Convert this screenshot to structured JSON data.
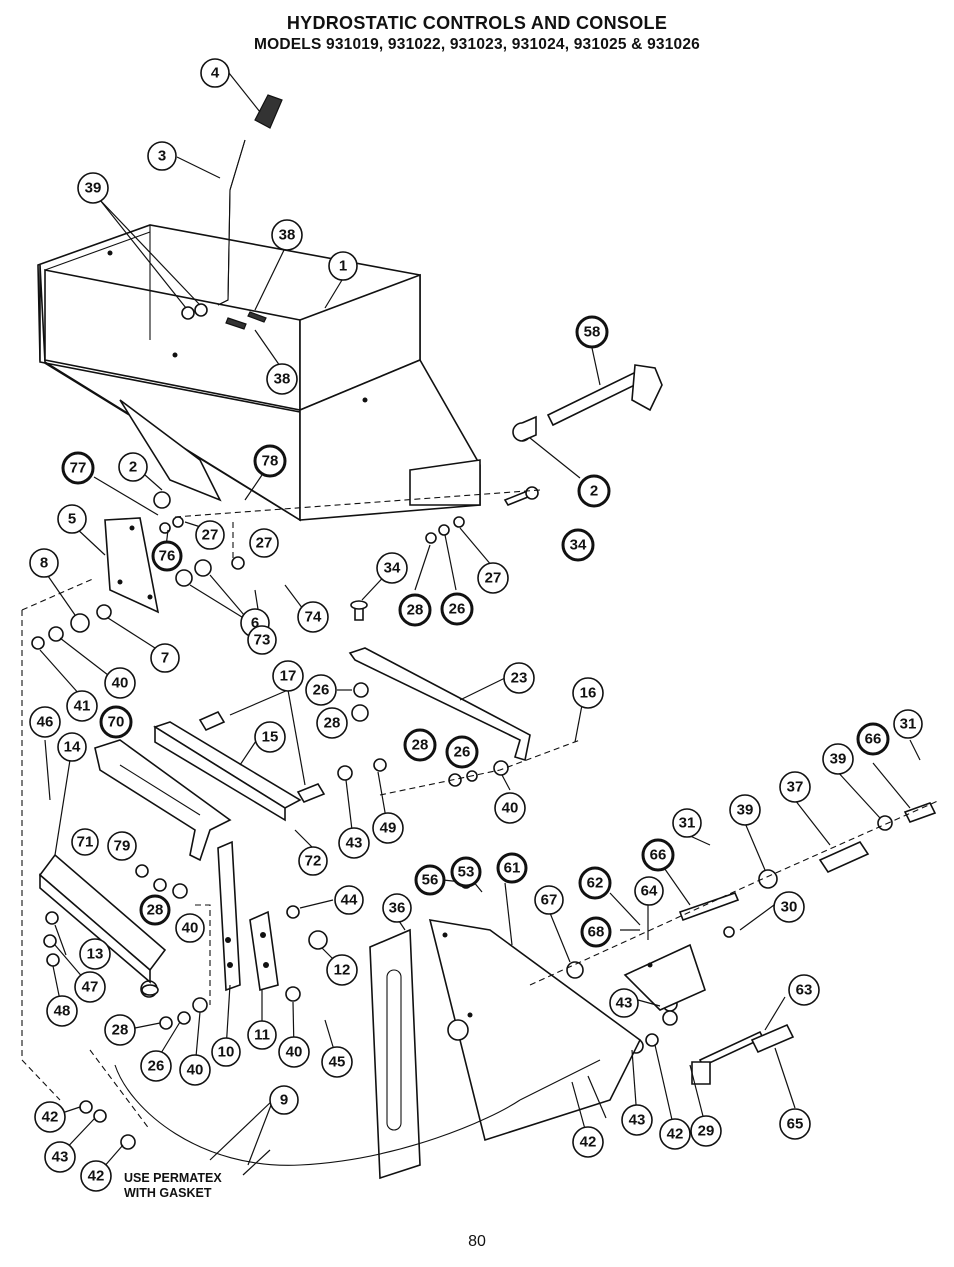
{
  "header": {
    "title": "HYDROSTATIC CONTROLS AND CONSOLE",
    "subtitle": "MODELS 931019, 931022, 931023, 931024, 931025 & 931026"
  },
  "note": {
    "line1": "USE PERMATEX",
    "line2": "WITH GASKET"
  },
  "page_number": "80",
  "callouts": [
    {
      "label": "4"
    },
    {
      "label": "3"
    },
    {
      "label": "39"
    },
    {
      "label": "38"
    },
    {
      "label": "1"
    },
    {
      "label": "38"
    },
    {
      "label": "58"
    },
    {
      "label": "2"
    },
    {
      "label": "77"
    },
    {
      "label": "2"
    },
    {
      "label": "78"
    },
    {
      "label": "34"
    },
    {
      "label": "5"
    },
    {
      "label": "27"
    },
    {
      "label": "27"
    },
    {
      "label": "76"
    },
    {
      "label": "8"
    },
    {
      "label": "6"
    },
    {
      "label": "74"
    },
    {
      "label": "73"
    },
    {
      "label": "34"
    },
    {
      "label": "28"
    },
    {
      "label": "26"
    },
    {
      "label": "27"
    },
    {
      "label": "7"
    },
    {
      "label": "40"
    },
    {
      "label": "41"
    },
    {
      "label": "17"
    },
    {
      "label": "23"
    },
    {
      "label": "26"
    },
    {
      "label": "16"
    },
    {
      "label": "28"
    },
    {
      "label": "46"
    },
    {
      "label": "70"
    },
    {
      "label": "14"
    },
    {
      "label": "15"
    },
    {
      "label": "28"
    },
    {
      "label": "26"
    },
    {
      "label": "31"
    },
    {
      "label": "66"
    },
    {
      "label": "39"
    },
    {
      "label": "37"
    },
    {
      "label": "40"
    },
    {
      "label": "43"
    },
    {
      "label": "49"
    },
    {
      "label": "31"
    },
    {
      "label": "39"
    },
    {
      "label": "71"
    },
    {
      "label": "79"
    },
    {
      "label": "72"
    },
    {
      "label": "66"
    },
    {
      "label": "28"
    },
    {
      "label": "56"
    },
    {
      "label": "53"
    },
    {
      "label": "61"
    },
    {
      "label": "44"
    },
    {
      "label": "36"
    },
    {
      "label": "67"
    },
    {
      "label": "62"
    },
    {
      "label": "64"
    },
    {
      "label": "30"
    },
    {
      "label": "40"
    },
    {
      "label": "68"
    },
    {
      "label": "13"
    },
    {
      "label": "12"
    },
    {
      "label": "47"
    },
    {
      "label": "48"
    },
    {
      "label": "63"
    },
    {
      "label": "43"
    },
    {
      "label": "28"
    },
    {
      "label": "26"
    },
    {
      "label": "40"
    },
    {
      "label": "10"
    },
    {
      "label": "11"
    },
    {
      "label": "40"
    },
    {
      "label": "45"
    },
    {
      "label": "9"
    },
    {
      "label": "42"
    },
    {
      "label": "43"
    },
    {
      "label": "42"
    },
    {
      "label": "43"
    },
    {
      "label": "42"
    },
    {
      "label": "29"
    },
    {
      "label": "65"
    },
    {
      "label": "42"
    }
  ]
}
